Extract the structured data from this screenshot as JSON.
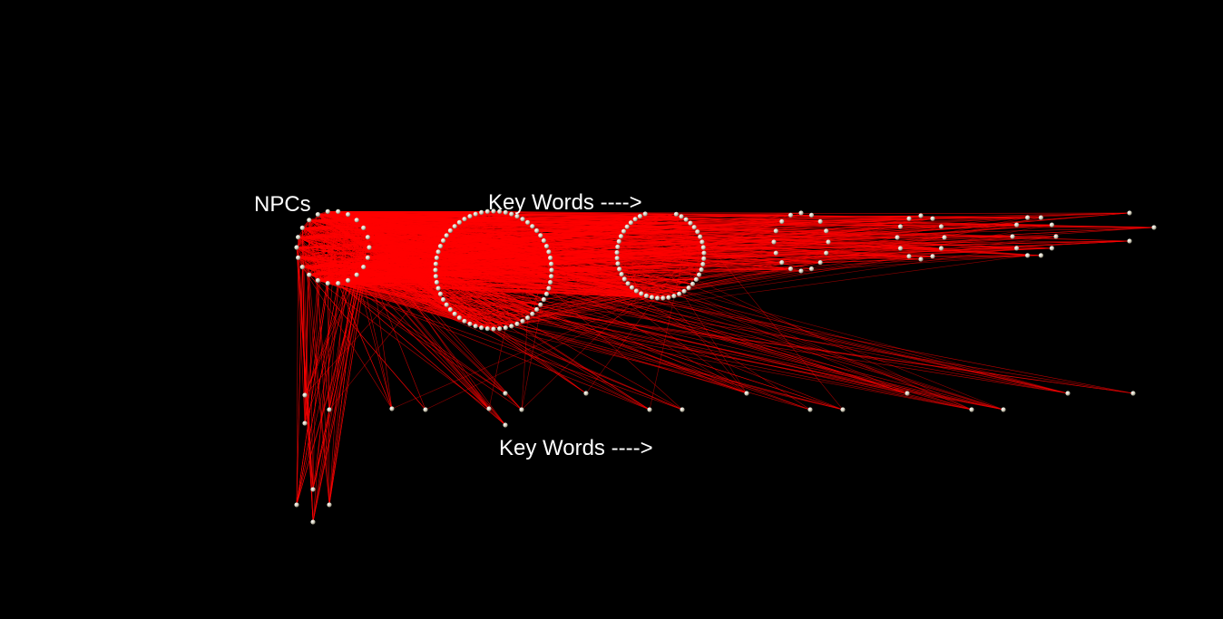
{
  "labels": {
    "npcs": "NPCs",
    "keywords_top": "Key Words ---->",
    "keywords_bottom": "Key Words ---->"
  },
  "colors": {
    "background": "#000000",
    "edge": "#ff0000",
    "node": "#d8d6c8",
    "text": "#ffffff"
  }
}
